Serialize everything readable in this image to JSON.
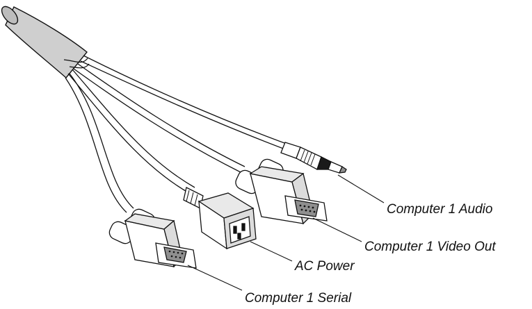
{
  "callouts": {
    "audio": "Computer 1 Audio",
    "video_out": "Computer 1 Video Out",
    "ac_power": "AC Power",
    "serial": "Computer 1 Serial"
  },
  "colors": {
    "line": "#111111",
    "jacket": "#cfcfcf",
    "body": "#ffffff",
    "shade": "#8f8f8f",
    "dark": "#1a1a1a"
  }
}
